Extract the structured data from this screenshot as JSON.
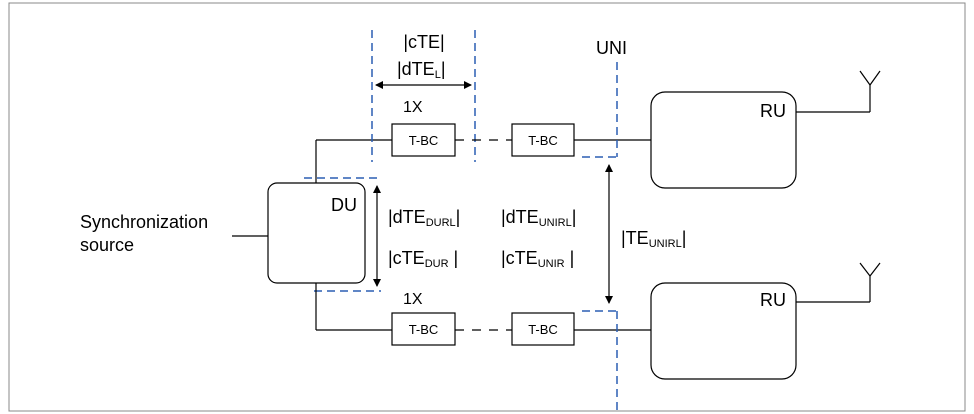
{
  "colors": {
    "frame": "#888888",
    "line": "#000000",
    "dash_blue": "#2b5fb3",
    "background": "#ffffff"
  },
  "labels": {
    "uni": "UNI",
    "cte_top": "|cTE|",
    "dtel": {
      "main": "|dTE",
      "sub": "L",
      "tail": "|"
    },
    "one_x_top": "1X",
    "one_x_bottom": "1X",
    "tbc": "T-BC",
    "ru": "RU",
    "du": "DU",
    "sync_source_line1": "Synchronization",
    "sync_source_line2": "source",
    "dte_durl": {
      "main": "|dTE",
      "sub": "DURL",
      "tail": "|"
    },
    "cte_dur": {
      "main": "|cTE",
      "sub": "DUR",
      "tail": " |"
    },
    "dte_unirl": {
      "main": "|dTE",
      "sub": "UNIRL",
      "tail": "|"
    },
    "cte_unir": {
      "main": "|cTE",
      "sub": "UNIR",
      "tail": " |"
    },
    "te_unirl": {
      "main": "|TE",
      "sub": "UNIRL",
      "tail": "|"
    }
  },
  "icons": {
    "antenna_top": "antenna-icon",
    "antenna_bottom": "antenna-icon"
  }
}
